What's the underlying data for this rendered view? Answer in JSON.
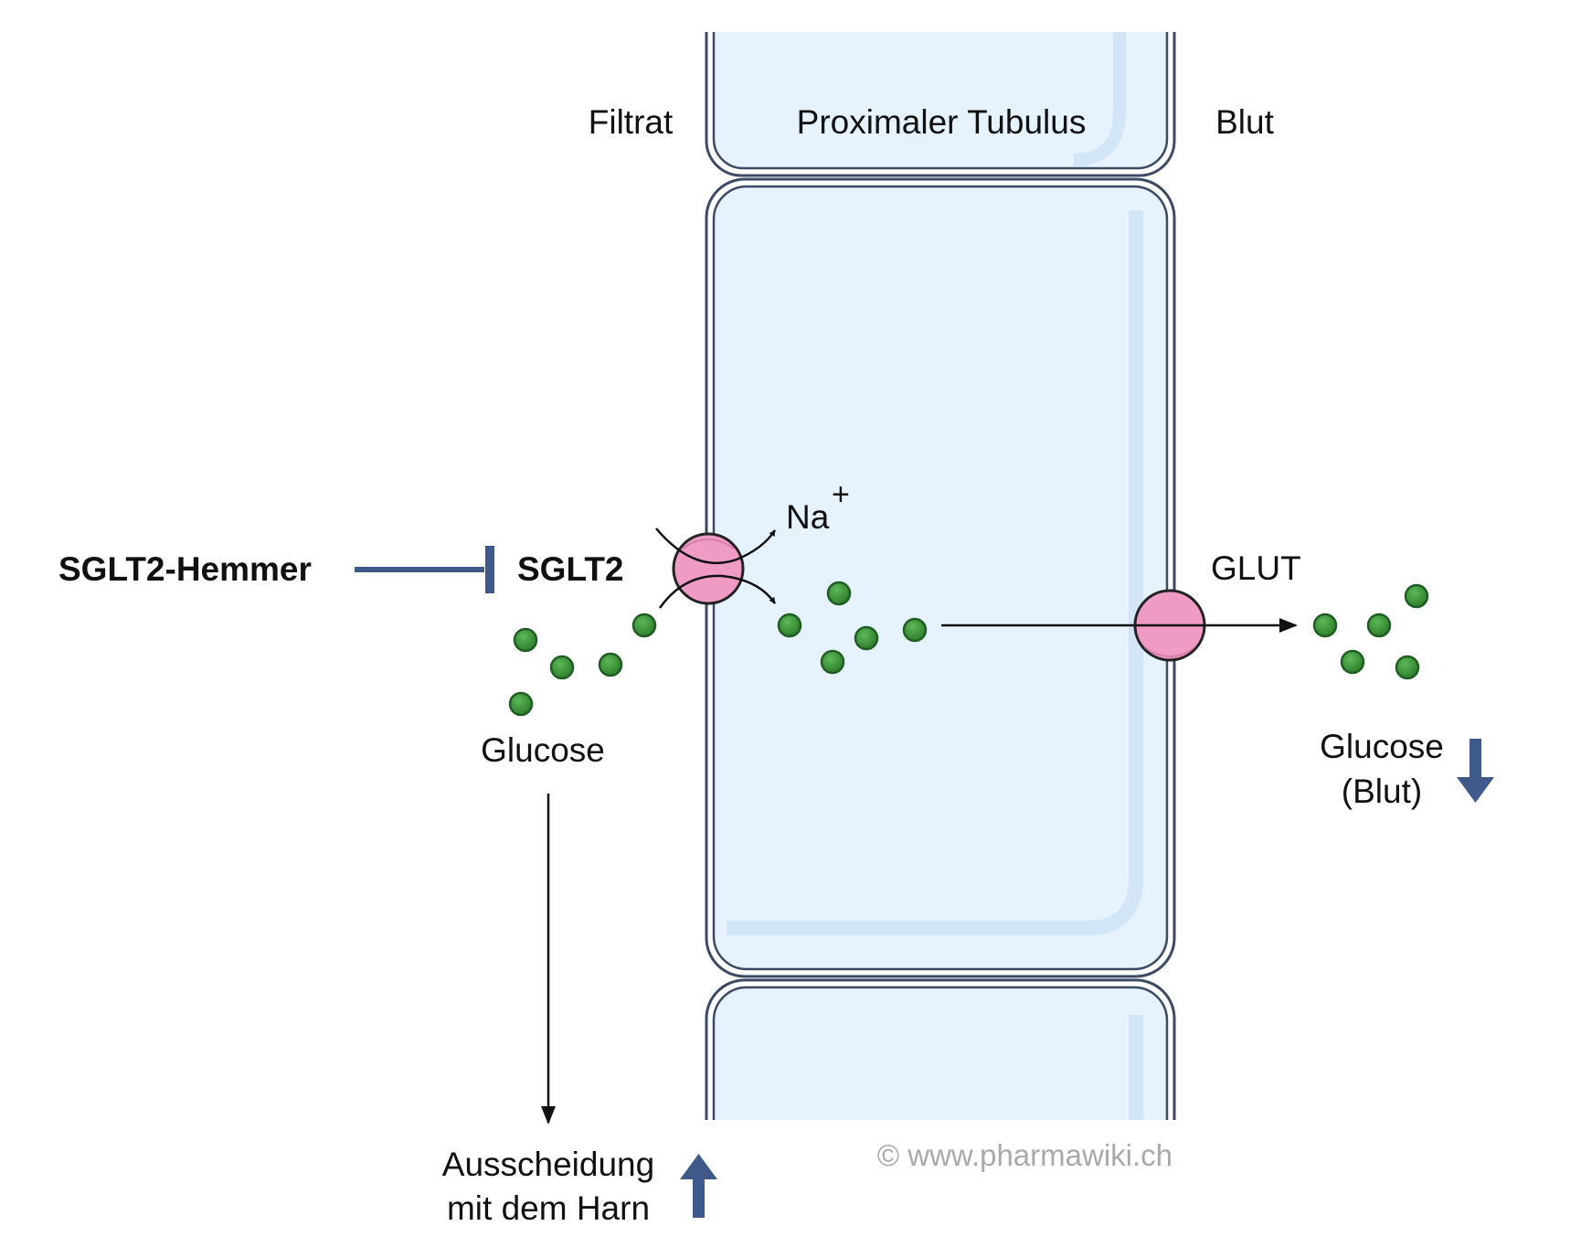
{
  "labels": {
    "filtrat": "Filtrat",
    "tubulus": "Proximaler Tubulus",
    "blut": "Blut",
    "inhibitor": "SGLT2-Hemmer",
    "sglt2": "SGLT2",
    "sodium": "Na",
    "sodium_charge": "+",
    "glut": "GLUT",
    "glucose_filtrate": "Glucose",
    "glucose_blood_line1": "Glucose",
    "glucose_blood_line2": "(Blut)",
    "excretion_line1": "Ausscheidung",
    "excretion_line2": "mit dem Harn",
    "copyright": "© www.pharmawiki.ch"
  },
  "colors": {
    "cell_fill": "#e6f2fd",
    "cell_border": "#3c4a66",
    "cell_highlight": "#d2e6f8",
    "transporter": "#ef9bc4",
    "glucose": "#3d8f3a",
    "glucose_dark": "#1f5e22",
    "indicator_arrow": "#3f5a8a",
    "inhibitor_line": "#3f5a8a",
    "watermark": "#a9a9a9"
  },
  "indicators": {
    "blood_glucose": "down",
    "urinary_excretion": "up"
  },
  "icons": {
    "blood_glucose_arrow": "arrow-down-icon",
    "excretion_arrow": "arrow-up-icon",
    "inhibition": "inhibition-bar-icon"
  }
}
